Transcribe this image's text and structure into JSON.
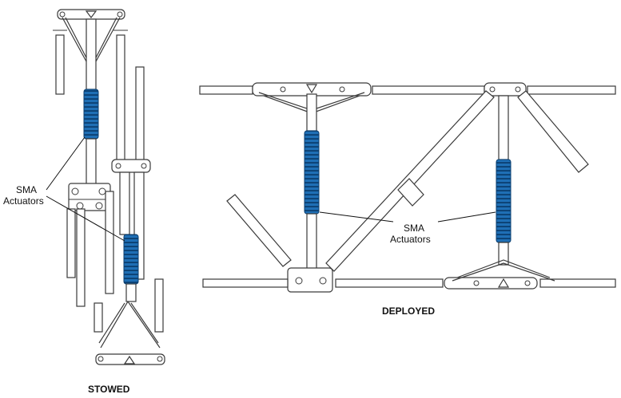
{
  "labels": {
    "actuator_line1": "SMA",
    "actuator_line2": "Actuators",
    "stowed": "STOWED",
    "deployed": "DEPLOYED"
  },
  "colors": {
    "coil": "#1f6fb5",
    "coil_dark": "#0b3f70",
    "structure": "#3a3a3a"
  }
}
